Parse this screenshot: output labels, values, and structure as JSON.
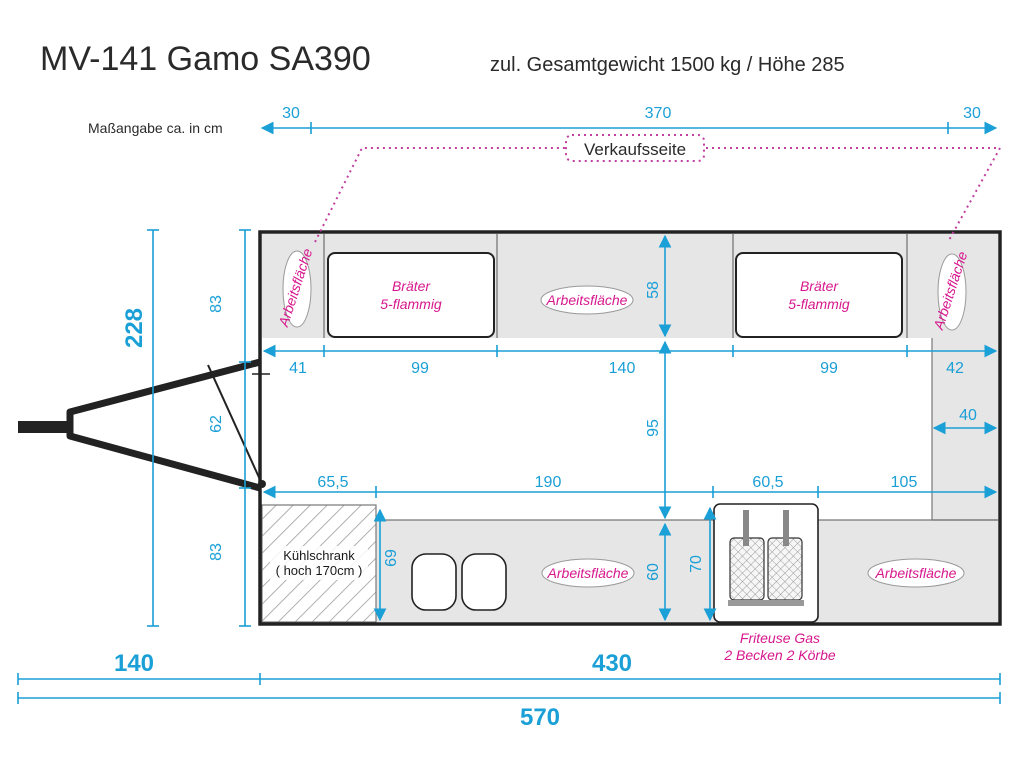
{
  "header": {
    "title": "MV-141  Gamo SA390",
    "subtitle": "zul. Gesamtgewicht 1500 kg / Höhe 285"
  },
  "legend": {
    "units_note": "Maßangabe ca. in cm",
    "sales_side": "Verkaufsseite"
  },
  "labels": {
    "arbeitsflaeche": "Arbeitsfläche",
    "braeter_line1": "Bräter",
    "braeter_line2": "5-flammig",
    "kuehl_line1": "Kühlschrank",
    "kuehl_line2": "( hoch 170cm )",
    "friteuse_line1": "Friteuse Gas",
    "friteuse_line2": "2 Becken 2 Körbe"
  },
  "dimensions": {
    "top_left": "30",
    "top_center": "370",
    "top_right": "30",
    "row1": [
      "41",
      "99",
      "140",
      "99",
      "42"
    ],
    "right_depth": "40",
    "row2": [
      "65,5",
      "190",
      "60,5",
      "105"
    ],
    "left_top": "83",
    "left_mid": "62",
    "left_bottom": "83",
    "total_width": "228",
    "v_58": "58",
    "v_95": "95",
    "v_60": "60",
    "v_69": "69",
    "v_70": "70",
    "drawbar": "140",
    "body_length": "430",
    "total_length": "570"
  },
  "colors": {
    "dimension": "#1a9fd6",
    "label": "#d6178d",
    "outline": "#222222",
    "counter": "#e6e6e6"
  }
}
